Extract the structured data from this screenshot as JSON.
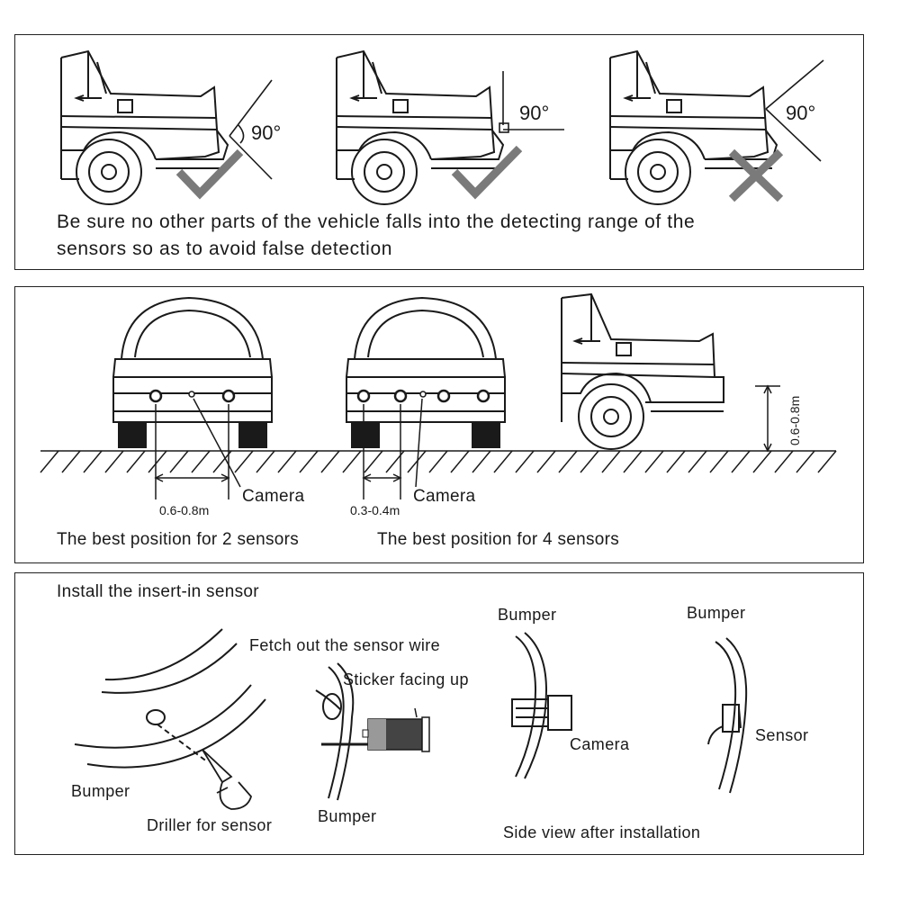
{
  "colors": {
    "ink": "#1a1a1a",
    "check_mark": "#7a7a7a",
    "background": "#ffffff"
  },
  "panel1": {
    "angle_labels": [
      "90°",
      "90°",
      "90°"
    ],
    "caption_line1": "Be sure no other parts of the vehicle falls into the detecting range of the",
    "caption_line2": "sensors so as to avoid false detection",
    "marks": [
      "check-icon",
      "check-icon",
      "cross-icon"
    ]
  },
  "panel2": {
    "spacing_2_sensors": "0.6-0.8m",
    "spacing_4_sensors": "0.3-0.4m",
    "mount_height": "0.6-0.8m",
    "camera_label_left": "Camera",
    "camera_label_right": "Camera",
    "caption_2_sensors": "The best position for 2 sensors",
    "caption_4_sensors": "The best position for 4 sensors"
  },
  "panel3": {
    "title": "Install the insert-in sensor",
    "bumper_left": "Bumper",
    "driller": "Driller for sensor",
    "fetch_wire": "Fetch out the sensor wire",
    "sticker": "Sticker facing up",
    "bumper_center": "Bumper",
    "bumper_camera": "Bumper",
    "camera": "Camera",
    "bumper_sensor": "Bumper",
    "sensor": "Sensor",
    "side_view": "Side view after installation"
  }
}
